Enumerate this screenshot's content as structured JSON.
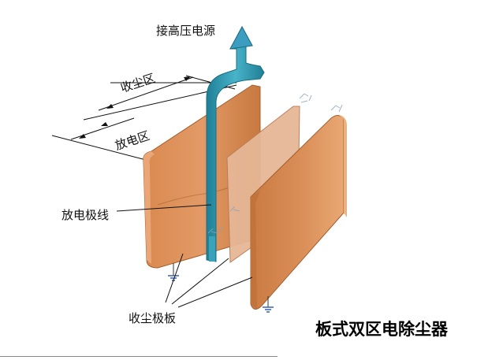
{
  "labels": {
    "hv_source": "接高压电源",
    "collection_zone": "收尘区",
    "discharge_zone": "放电区",
    "discharge_wire": "放电极线",
    "collecting_plates": "收尘极板"
  },
  "title": "板式双区电除尘器",
  "colors": {
    "plate_copper": "#d98a55",
    "plate_copper_dark": "#b86a36",
    "plate_light": "#e8b898",
    "electrode_teal": "#2a8ea3",
    "arrow_teal": "#2f8fb0",
    "ground_blue": "#3a5fb5",
    "leader_line": "#111111"
  },
  "icons": [
    "ground-symbol-icon",
    "up-arrow-icon"
  ]
}
